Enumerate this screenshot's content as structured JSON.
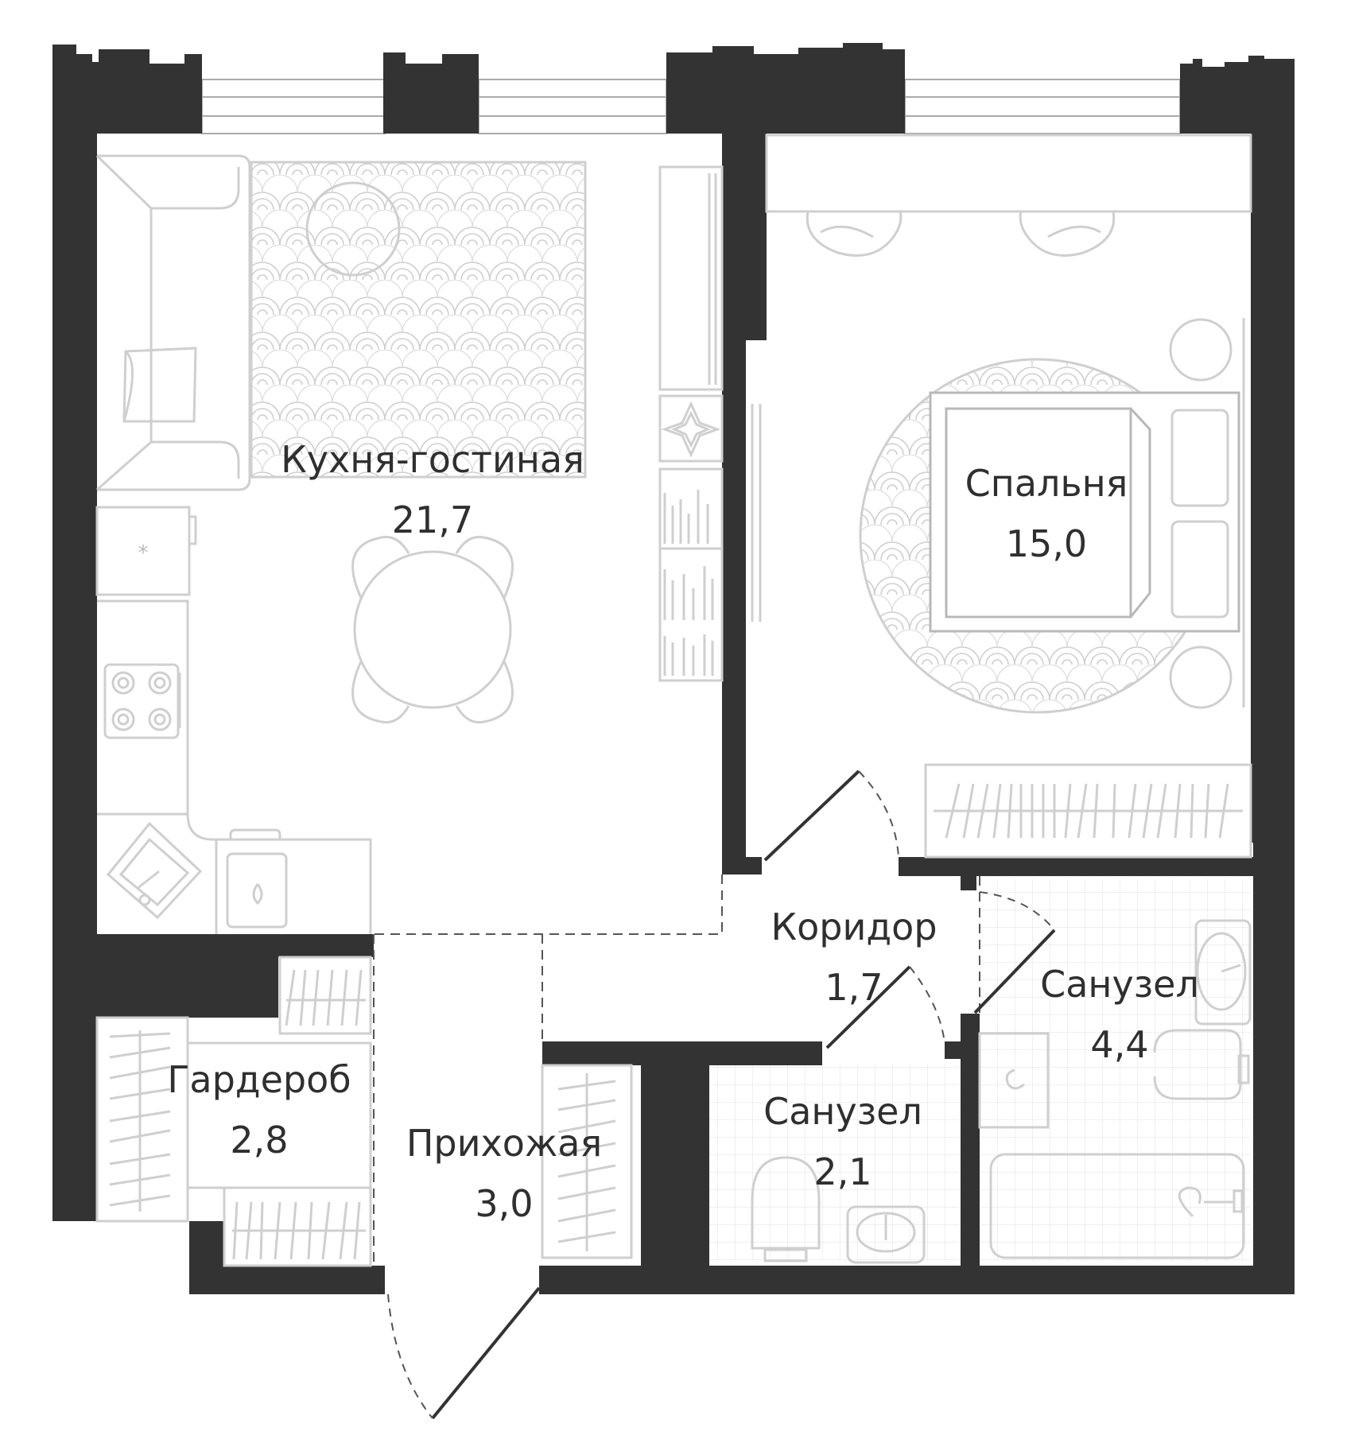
{
  "rooms": [
    {
      "name": "Кухня-гостиная",
      "area": "21,7"
    },
    {
      "name": "Спальня",
      "area": "15,0"
    },
    {
      "name": "Коридор",
      "area": "1,7"
    },
    {
      "name": "Санузел",
      "area": "4,4"
    },
    {
      "name": "Гардероб",
      "area": "2,8"
    },
    {
      "name": "Прихожая",
      "area": "3,0"
    },
    {
      "name": "Санузел",
      "area": "2,1"
    }
  ],
  "colors": {
    "wall": "#333333",
    "fixture": "#cfcfcf",
    "text": "#2f2f2f"
  }
}
